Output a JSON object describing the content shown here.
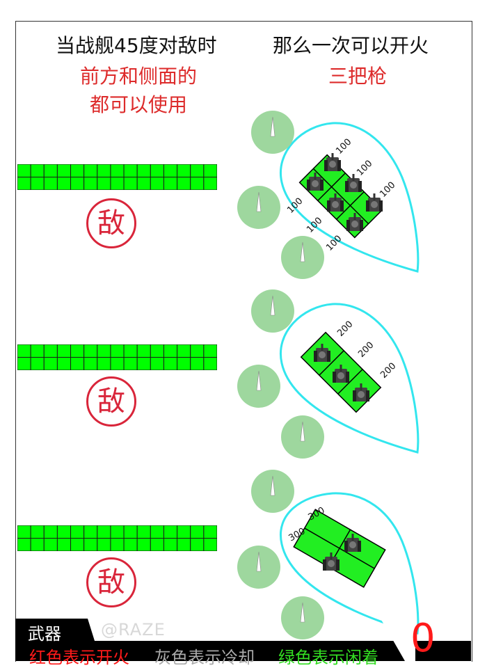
{
  "header": {
    "left_line1": "当战舰45度对敌时",
    "left_line2": "前方和侧面的",
    "left_line3": "都可以使用",
    "right_line1": "那么一次可以开火",
    "right_line2": "三把枪"
  },
  "enemy_label": "敌",
  "panels": [
    {
      "labels": [
        "100",
        "100",
        "100",
        "100",
        "100",
        "100"
      ],
      "turret_count": 6
    },
    {
      "labels": [
        "200",
        "200",
        "200"
      ],
      "turret_count": 3
    },
    {
      "labels": [
        "300",
        "300"
      ],
      "turret_count": 2
    }
  ],
  "footer": {
    "title": "武器",
    "legend_red": "红色表示开火",
    "legend_gray": "灰色表示冷却",
    "legend_green": "绿色表示闲着",
    "counter": "0",
    "watermark": "@RAZE"
  },
  "colors": {
    "header_red": "#dd2b2b",
    "enemy_red": "#d9253a",
    "grid_green": "#00ff00",
    "ship_outline": "#33e6ee",
    "gauge_green": "#9ed79e",
    "legend_red": "#ff1a1a",
    "legend_gray": "#aaaaaa",
    "legend_green": "#33dd22"
  }
}
